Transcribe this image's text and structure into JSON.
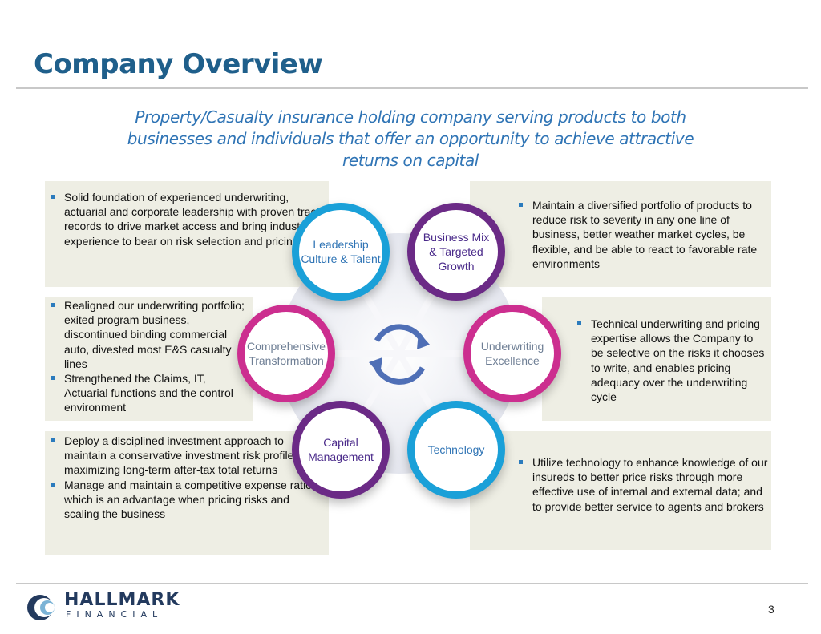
{
  "slide": {
    "title": "Company Overview",
    "subtitle": "Property/Casualty insurance holding company serving products to both businesses and individuals that offer an opportunity to achieve attractive returns on capital",
    "page_number": "3"
  },
  "wheel": {
    "leadership": [
      "Leadership",
      "Culture & Talent"
    ],
    "business_mix": [
      "Business Mix",
      "& Targeted",
      "Growth"
    ],
    "comprehensive": [
      "Comprehensive",
      "Transformation"
    ],
    "underwriting": [
      "Underwriting",
      "Excellence"
    ],
    "capital": [
      "Capital",
      "Management"
    ],
    "technology": [
      "Technology"
    ]
  },
  "panels": {
    "left_top": [
      "Solid foundation of experienced underwriting, actuarial and corporate leadership with proven track records to drive market access and bring industry experience to bear on risk selection and pricing"
    ],
    "left_middle": [
      "Realigned our underwriting portfolio; exited program business, discontinued binding commercial auto, divested most E&S casualty lines",
      "Strengthened the Claims, IT, Actuarial functions and  the control environment"
    ],
    "left_bottom": [
      "Deploy a disciplined investment approach to maintain a conservative investment risk profile while maximizing long-term after-tax total returns",
      "Manage and maintain a competitive expense ratio, which is an advantage when pricing risks and scaling the business"
    ],
    "right_top": [
      "Maintain a diversified portfolio of products to reduce risk to severity in any one line of business, better weather market cycles, be flexible, and be able to react to favorable rate environments"
    ],
    "right_middle": [
      "Technical underwriting and pricing expertise allows the Company to be selective on the risks it chooses to write, and enables pricing adequacy over the underwriting cycle"
    ],
    "right_bottom": [
      "Utilize technology to enhance knowledge of our insureds to better price risks through more effective use of internal and external data; and to provide better service to agents and brokers"
    ]
  },
  "logo": {
    "name": "HALLMARK",
    "sub": "FINANCIAL"
  },
  "colors": {
    "title": "#1f5f8b",
    "subtitle": "#2f74b5",
    "panel": "#eeeee4",
    "ring_cyan": "#1aa0d8",
    "ring_purple": "#6b2a86",
    "ring_magenta": "#cc2e8f"
  }
}
